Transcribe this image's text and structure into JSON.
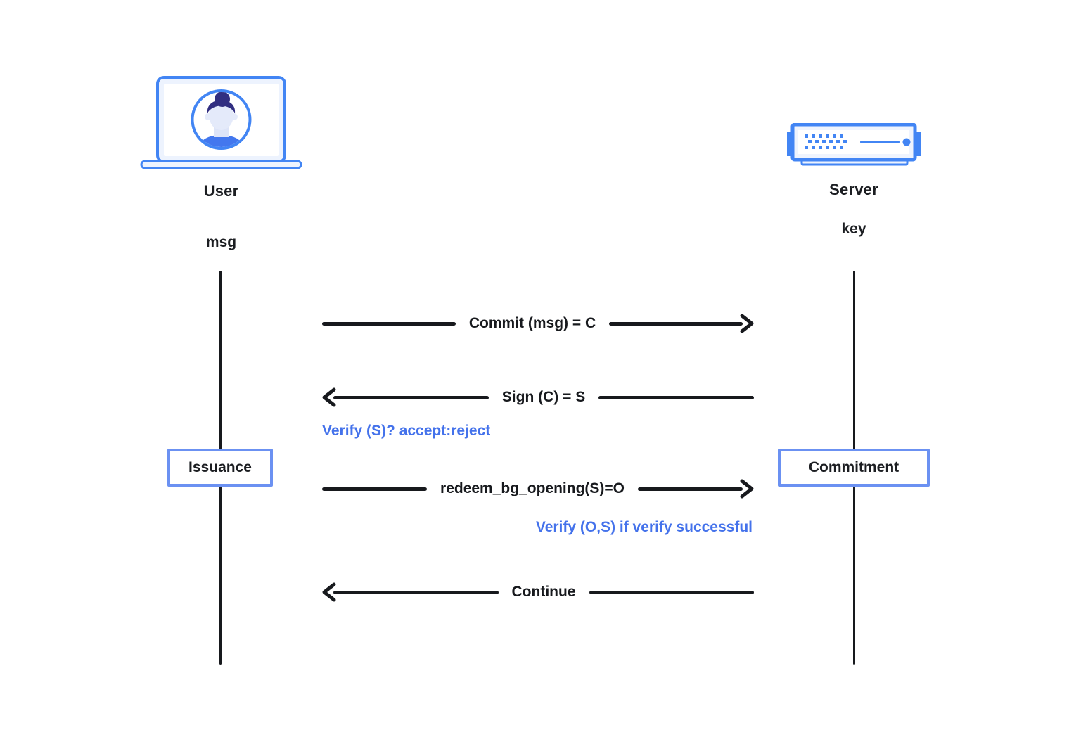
{
  "diagram": {
    "title": "blind-signature issuance sequence",
    "colors": {
      "accent_blue": "#4285f4",
      "box_border_blue": "#6b91f2",
      "note_blue": "#4472eb",
      "line_black": "#17191d",
      "icon_light_fill": "#edf3fe",
      "hair_navy": "#312e81",
      "shirt_blue": "#4377ee",
      "skin_light": "#e4eafa"
    },
    "actors": {
      "user": {
        "label": "User",
        "sublabel": "msg",
        "icon": "laptop-user-icon"
      },
      "server": {
        "label": "Server",
        "sublabel": "key",
        "icon": "server-icon"
      }
    },
    "phases": {
      "issuance": {
        "label": "Issuance"
      },
      "commitment": {
        "label": "Commitment"
      }
    },
    "messages": [
      {
        "label": "Commit (msg) = C",
        "direction": "right",
        "from": "User",
        "to": "Server"
      },
      {
        "label": "Sign (C) = S",
        "direction": "left",
        "from": "Server",
        "to": "User"
      },
      {
        "label": "redeem_bg_opening(S)=O",
        "direction": "right",
        "from": "User",
        "to": "Server"
      },
      {
        "label": "Continue",
        "direction": "left",
        "from": "Server",
        "to": "User"
      }
    ],
    "notes": [
      {
        "text": "Verify (S)? accept:reject",
        "align": "left",
        "side": "user"
      },
      {
        "text": "Verify (O,S) if verify successful",
        "align": "right",
        "side": "server"
      }
    ]
  }
}
